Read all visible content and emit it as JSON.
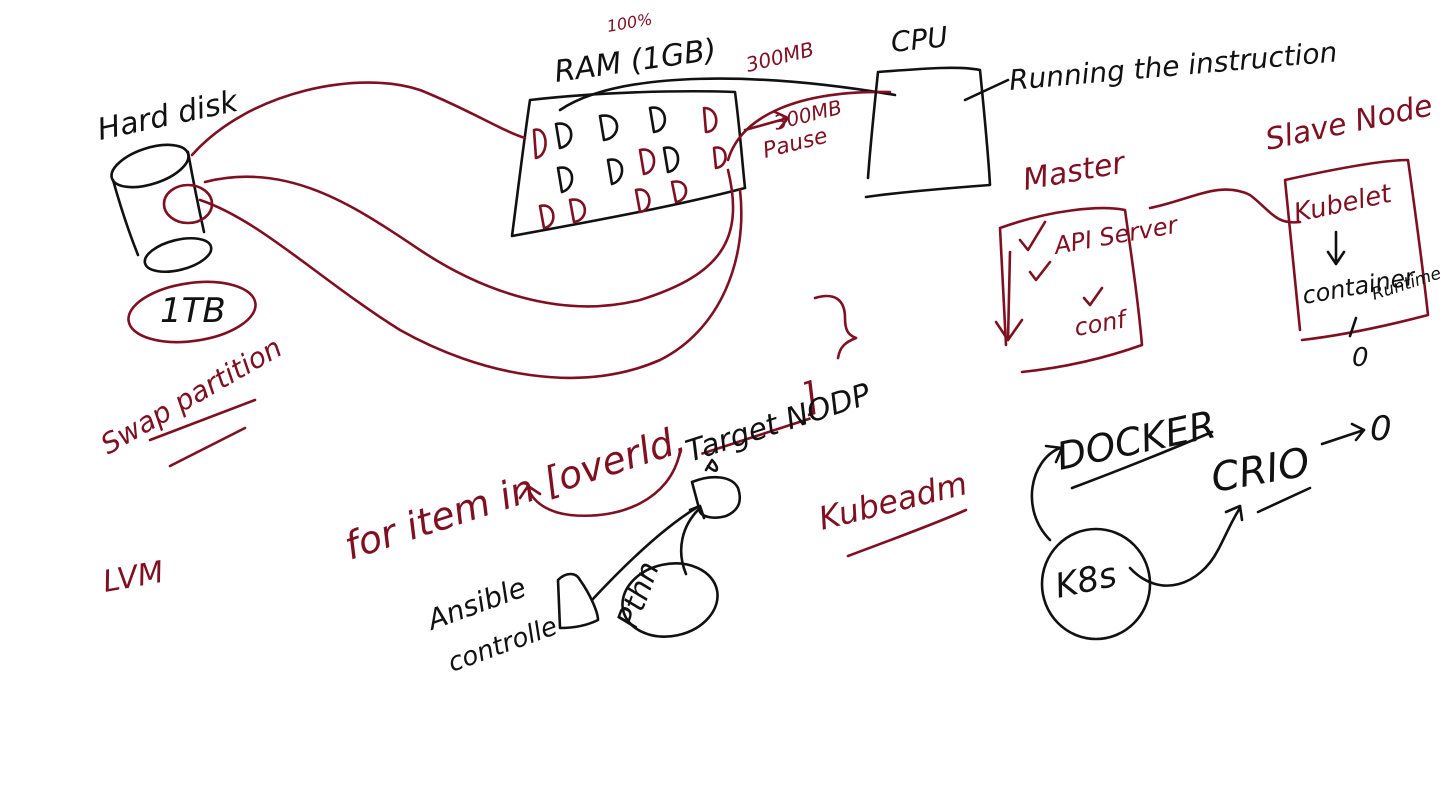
{
  "colors": {
    "black_ink": "#111111",
    "red_ink": "#7f1022",
    "background": "#ffffff"
  },
  "labels": {
    "hard_disk": "Hard disk",
    "tb": "1TB",
    "swap_partition": "Swap partition",
    "lvm": "LVM",
    "ram": "RAM (1GB)",
    "ram_percent": "100%",
    "ram_300mb": "300MB",
    "pause_300mb": "300MB",
    "pause": "Pause",
    "cpu": "CPU",
    "running": "Running the instruction",
    "master": "Master",
    "api_server": "API Server",
    "conf": "conf",
    "slave_node": "Slave Node",
    "kubelet": "Kubelet",
    "container_runtime_a": "container",
    "container_runtime_b": "Runtime",
    "slave_zero": "0",
    "for_loop": "for item in [overld, ______]",
    "target_node": "Target NODP",
    "ansible_a": "Ansible",
    "ansible_b": "controlle",
    "python": "Pthn",
    "kubeadm": "Kubeadm",
    "docker": "DOCKER",
    "crio": "CRIO",
    "crio_zero": "0",
    "k8s": "K8s"
  }
}
